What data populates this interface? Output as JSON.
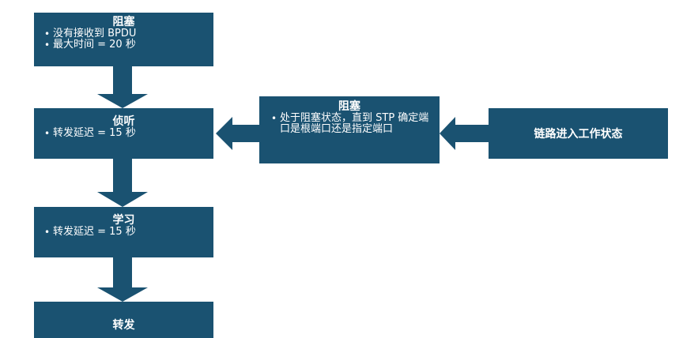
{
  "colors": {
    "box_fill": "#1a5271",
    "box_text": "#ffffff",
    "background": "#ffffff"
  },
  "states": {
    "blocking": {
      "title": "阻塞",
      "bullets": [
        "没有接收到 BPDU",
        "最大时间 = 20 秒"
      ]
    },
    "listening": {
      "title": "侦听",
      "bullets": [
        "转发延迟 = 15 秒"
      ]
    },
    "learning": {
      "title": "学习",
      "bullets": [
        "转发延迟 = 15 秒"
      ]
    },
    "forwarding": {
      "title": "转发"
    }
  },
  "side_flow": {
    "blocking_box": {
      "title": "阻塞",
      "bullets": [
        "处于阻塞状态，直到 STP 确定端口是根端口还是指定端口"
      ]
    },
    "link_up_box": {
      "label": "链路进入工作状态"
    }
  }
}
